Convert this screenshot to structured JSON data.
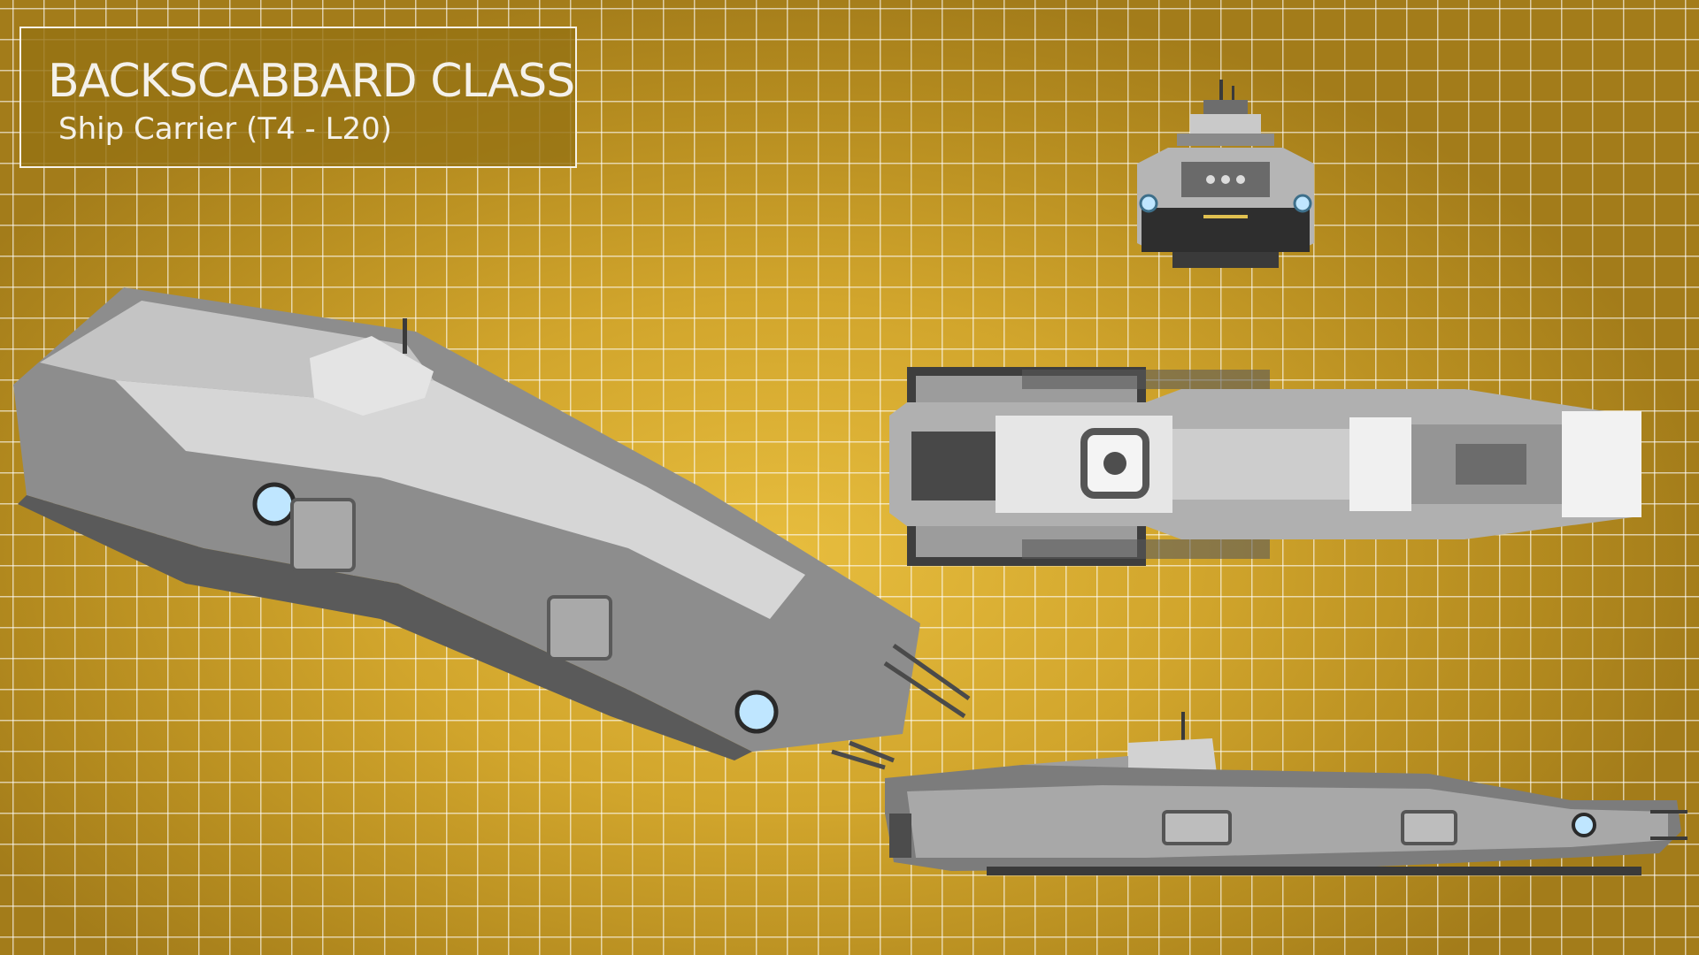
{
  "title": "BACKSCABBARD CLASS",
  "subtitle": "Ship Carrier (T4 - L20)",
  "colors": {
    "background": "#d1a52c",
    "grid": "#ffffff",
    "hull_light": "#d8d8d8",
    "hull_mid": "#9a9a9a",
    "hull_dark": "#505050"
  },
  "views": [
    "perspective-view",
    "front-view",
    "top-view",
    "side-view"
  ]
}
